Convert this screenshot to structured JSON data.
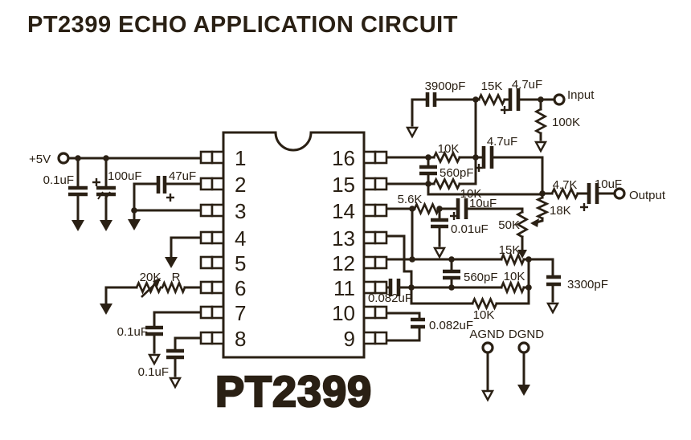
{
  "title": "PT2399 ECHO APPLICATION CIRCUIT",
  "colors": {
    "ink": "#2a2014",
    "background": "#ffffff"
  },
  "ic": {
    "name": "PT2399",
    "left_pins": [
      "1",
      "2",
      "3",
      "4",
      "5",
      "6",
      "7",
      "8"
    ],
    "right_pins": [
      "16",
      "15",
      "14",
      "13",
      "12",
      "11",
      "10",
      "9"
    ]
  },
  "labels": {
    "supply": "+5V",
    "bypass_cap": "0.1uF",
    "bulk_cap": "100uF",
    "ref_cap": "47uF",
    "vco_pot": "20K",
    "vco_res": "R",
    "pin7_cap": "0.1uF",
    "pin8_cap": "0.1uF",
    "input_hp_cap": "3900pF",
    "input_res": "15K",
    "input_coupling_cap": "4.7uF",
    "input_terminal": "Input",
    "input_load_res": "100K",
    "fb_res_top": "10K",
    "fb_cap": "560pF",
    "fb_res_bottom": "10K",
    "wet_coupling_cap": "4.7uF",
    "out_mix_res": "4.7K",
    "out_coupling_cap": "10uF",
    "output_terminal": "Output",
    "mix_fb_res": "18K",
    "repeat_pot": "50K",
    "lpf_series_res": "5.6K",
    "lpf_cap": "0.01uF",
    "lpf_coupling_cap": "10uF",
    "loop_res_15k": "15K",
    "loop_cap_560": "560pF",
    "loop_res_10k": "10K",
    "loop_cap_3300": "3300pF",
    "loop_res_10k_b": "10K",
    "lpf1_cap": "0.082uF",
    "lpf2_cap": "0.082uF",
    "agnd": "AGND",
    "dgnd": "DGND"
  }
}
